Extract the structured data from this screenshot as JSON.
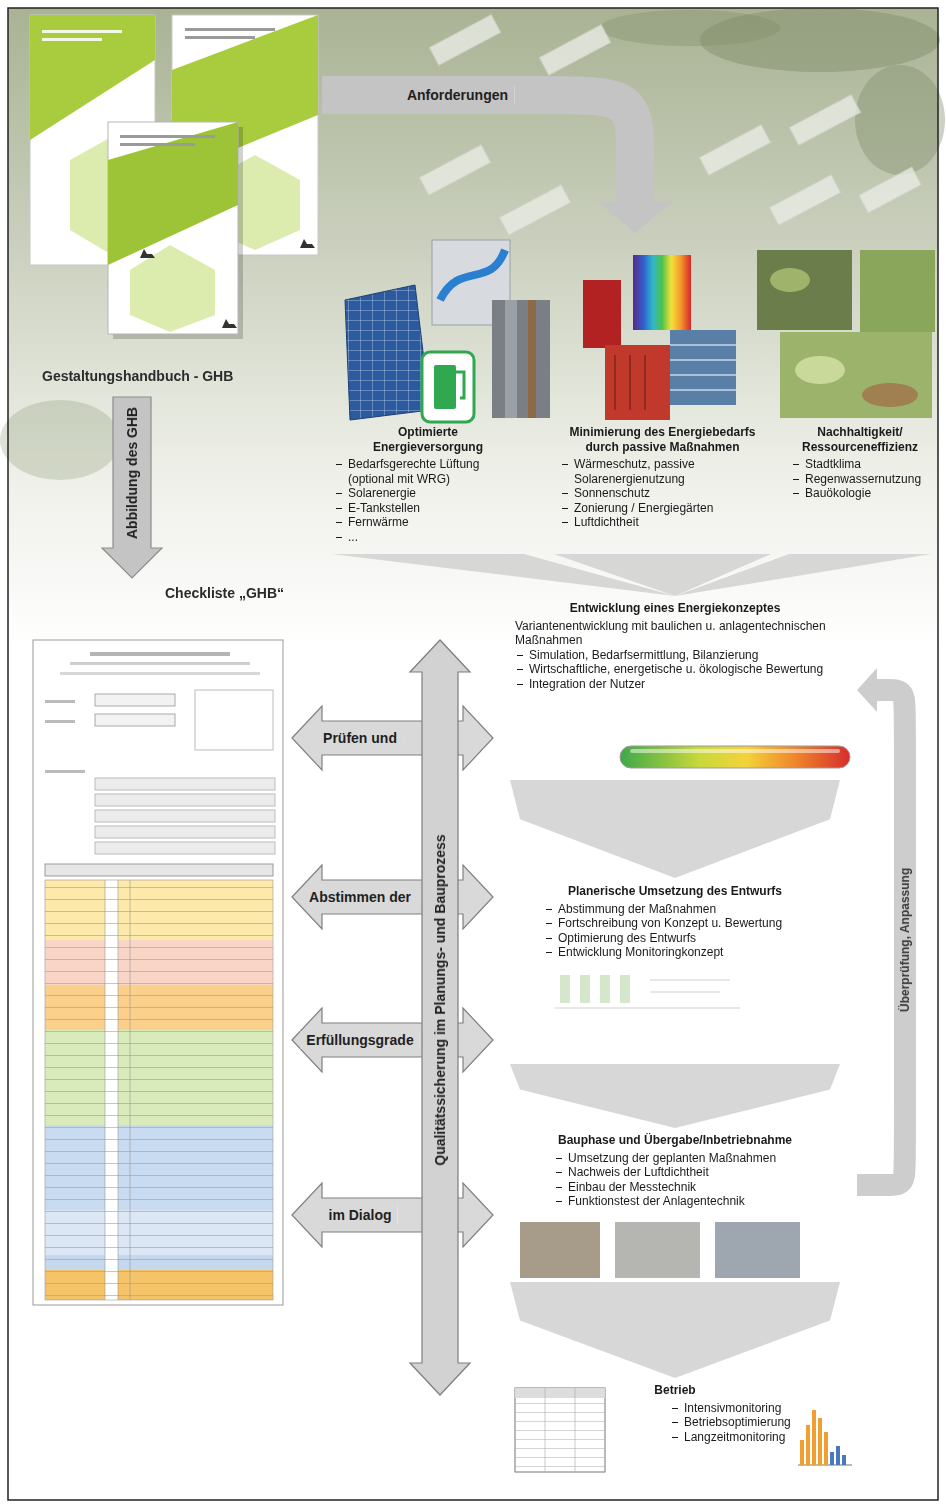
{
  "diagram": {
    "nodes": [
      {
        "text": [
          "Gestaltungshandbuch - GHB"
        ]
      },
      {
        "text": [
          "Checkliste „GHB“"
        ]
      },
      {
        "text": [
          "Optimierte Energieversorgung",
          "Bedarfsgerechte Lüftung (optional mit WRG)",
          "Solarenergie",
          "E-Tankstellen",
          "Fernwärme",
          "..."
        ]
      },
      {
        "text": [
          "Minimierung des Energiebedarfs durch passive Maßnahmen",
          "Wärmeschutz, passive Solarenergienutzung",
          "Sonnenschutz",
          "Zonierung / Energiegärten",
          "Luftdichtheit"
        ]
      },
      {
        "text": [
          "Nachhaltigkeit/ Ressourceneffizienz",
          "Stadtklima",
          "Regenwassernutzung",
          "Bauökologie"
        ]
      },
      {
        "text": [
          "Entwicklung eines Energiekonzeptes",
          "Variantenentwicklung mit baulichen u. anlagentechnischen Maßnahmen",
          "Simulation, Bedarfsermittlung, Bilanzierung",
          "Wirtschaftliche, energetische u. ökologische Bewertung",
          "Integration der Nutzer"
        ]
      },
      {
        "text": [
          "Planerische Umsetzung des Entwurfs",
          "Abstimmung der Maßnahmen",
          "Fortschreibung von Konzept u. Bewertung",
          "Optimierung des Entwurfs",
          "Entwicklung Monitoringkonzept"
        ]
      },
      {
        "text": [
          "Bauphase und Übergabe/Inbetriebnahme",
          "Umsetzung der geplanten Maßnahmen",
          "Nachweis der Luftdichtheit",
          "Einbau der Messtechnik",
          "Funktionstest der Anlagentechnik"
        ]
      },
      {
        "text": [
          "Betrieb",
          "Intensivmonitoring",
          "Betriebsoptimierung",
          "Langzeitmonitoring"
        ]
      }
    ],
    "edges": [
      {
        "from": 0,
        "to": 3,
        "label": "Anforderungen",
        "arrow": "to"
      },
      {
        "from": 0,
        "to": 1,
        "label": "Abbildung des GHB",
        "arrow": "to"
      },
      {
        "from": 2,
        "to": 5,
        "arrow": "to"
      },
      {
        "from": 3,
        "to": 5,
        "arrow": "to"
      },
      {
        "from": 4,
        "to": 5,
        "arrow": "to"
      },
      {
        "from": 1,
        "to": 5,
        "label": "Prüfen und",
        "arrow": "both"
      },
      {
        "from": 1,
        "to": 6,
        "label": "Abstimmen der",
        "arrow": "both"
      },
      {
        "from": 1,
        "to": 6,
        "label": "Erfüllungsgrade",
        "arrow": "both"
      },
      {
        "from": 1,
        "to": 7,
        "label": "im Dialog",
        "arrow": "both"
      },
      {
        "from": 5,
        "to": 6,
        "arrow": "to"
      },
      {
        "from": 6,
        "to": 7,
        "arrow": "to"
      },
      {
        "from": 7,
        "to": 8,
        "arrow": "to"
      },
      {
        "from": 7,
        "to": 5,
        "label": "Überprüfung, Anpassung",
        "arrow": "to"
      }
    ],
    "labels": [
      "Qualitätssicherung im Planungs- und Bauprozess"
    ]
  }
}
